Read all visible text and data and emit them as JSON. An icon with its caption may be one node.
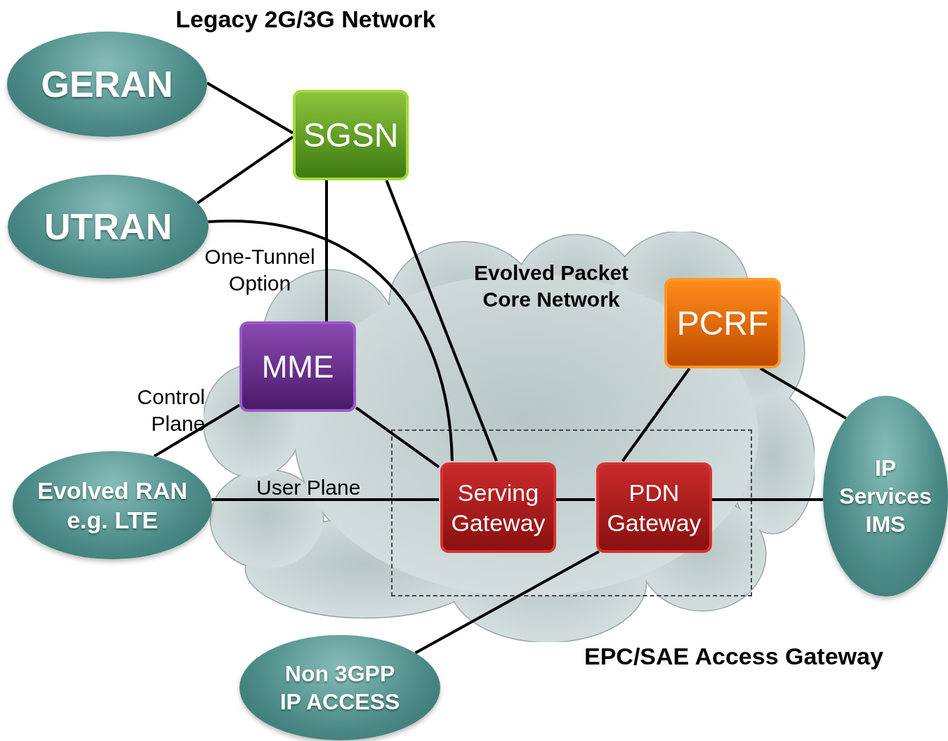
{
  "diagram": {
    "title": "Legacy 2G/3G Network",
    "nodes": [
      {
        "text": [
          "GERAN"
        ]
      },
      {
        "text": [
          "UTRAN"
        ]
      },
      {
        "text": [
          "SGSN"
        ]
      },
      {
        "text": [
          "PCRF"
        ]
      },
      {
        "text": [
          "MME"
        ]
      },
      {
        "text": [
          "EPC/SAE Access Gateway"
        ]
      },
      {
        "text": [
          "Serving Gateway"
        ],
        "in": 5
      },
      {
        "text": [
          "PDN Gateway"
        ],
        "in": 5
      },
      {
        "text": [
          "Evolved RAN e.g. LTE"
        ]
      },
      {
        "text": [
          "IP Services IMS"
        ]
      },
      {
        "text": [
          "Non 3GPP IP ACCESS"
        ]
      }
    ],
    "edges": [
      {
        "from": 0,
        "to": 2,
        "arrow": "none"
      },
      {
        "from": 1,
        "to": 2,
        "arrow": "none"
      },
      {
        "from": 2,
        "to": 4,
        "arrow": "none"
      },
      {
        "from": 2,
        "to": 6,
        "arrow": "none"
      },
      {
        "from": 1,
        "to": 6,
        "arrow": "none",
        "label": "One-Tunnel Option"
      },
      {
        "from": 4,
        "to": 8,
        "arrow": "none",
        "label": "Control Plane"
      },
      {
        "from": 4,
        "to": 6,
        "arrow": "none"
      },
      {
        "from": 8,
        "to": 6,
        "arrow": "none",
        "label": "User Plane"
      },
      {
        "from": 6,
        "to": 7,
        "arrow": "none"
      },
      {
        "from": 7,
        "to": 9,
        "arrow": "none"
      },
      {
        "from": 3,
        "to": 7,
        "arrow": "none"
      },
      {
        "from": 3,
        "to": 9,
        "arrow": "none"
      },
      {
        "from": 7,
        "to": 10,
        "arrow": "none"
      }
    ],
    "labels": [
      "Evolved Packet Core Network"
    ]
  }
}
